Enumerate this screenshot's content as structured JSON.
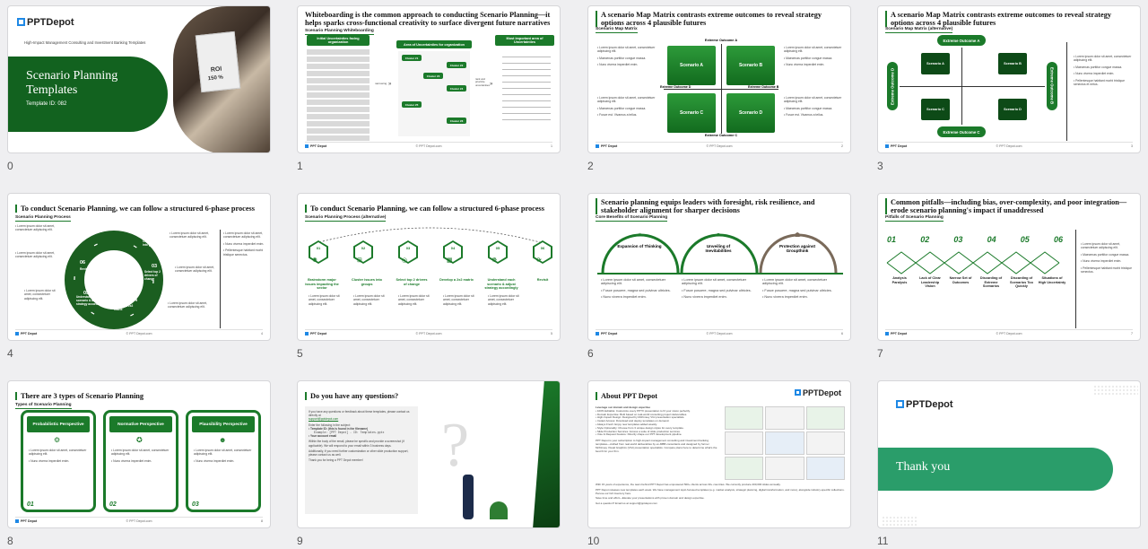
{
  "brand": "PPT Depot",
  "footer_mid": "© PPT Depot.com",
  "slides": [
    {
      "index": "0",
      "brand": "PPTDepot",
      "tagline": "High-Impact Management Consulting and Investment Banking Templates",
      "title": "Scenario Planning Templates",
      "template_id": "Template ID: 082",
      "photo_text1": "ROI",
      "photo_text2": "150 %"
    },
    {
      "index": "1",
      "title": "Whiteboarding is the common approach to conducting Scenario Planning—it helps sparks cross-functional creativity to surface divergent future narratives",
      "subtitle": "Scenario Planning Whiteboarding",
      "col1": "Initial Uncertainties facing organization",
      "col2": "Area of Uncertainties for organization",
      "col3": "Most important area of Uncertainties",
      "arrow1": "narrowing",
      "arrow2": "rank and prioritize uncertainties",
      "clusters": [
        "Cluster #1",
        "Cluster #2",
        "Cluster #3",
        "Cluster #4",
        "Cluster #5",
        "Cluster #6"
      ],
      "page": "1"
    },
    {
      "index": "2",
      "title": "A scenario Map Matrix contrasts extreme outcomes to reveal strategy options across 4 plausible futures",
      "subtitle": "Scenario Map Matrix",
      "outA": "Extreme Outcome A",
      "outB": "Extreme Outcome B",
      "outC": "Extreme Outcome C",
      "outD": "Extreme Outcome D",
      "sA": "Scenario A",
      "sB": "Scenario B",
      "sC": "Scenario C",
      "sD": "Scenario D",
      "page": "2"
    },
    {
      "index": "3",
      "title": "A scenario Map Matrix contrasts extreme outcomes to reveal strategy options across 4 plausible futures",
      "subtitle": "Scenario Map Matrix (alternative)",
      "outA": "Extreme Outcome A",
      "outB": "Extreme Outcome B",
      "outC": "Extreme Outcome C",
      "outD": "Extreme Outcome D",
      "sA": "Scenario A",
      "sB": "Scenario B",
      "sC": "Scenario C",
      "sD": "Scenario D",
      "page": "3"
    },
    {
      "index": "4",
      "title": "To conduct Scenario Planning, we can follow a structured 6-phase process",
      "subtitle": "Scenario Planning Process",
      "phases": [
        "Brainstorm major issues impacting the sector",
        "Cluster issues into groups",
        "Select top 2 drivers of change",
        "Develop a 2x2 matrix",
        "Understand each scenario & adjust strategy accordingly",
        "Revisit"
      ],
      "nums": [
        "01",
        "02",
        "03",
        "04",
        "05",
        "06"
      ],
      "page": "4"
    },
    {
      "index": "5",
      "title": "To conduct Scenario Planning, we can follow a structured 6-phase process",
      "subtitle": "Scenario Planning Process (alternative)",
      "nums": [
        "01",
        "02",
        "03",
        "04",
        "05",
        "06"
      ],
      "phases": [
        "Brainstorm major issues impacting the sector",
        "Cluster issues into groups",
        "Select top 2 drivers of change",
        "Develop a 2x2 matrix",
        "Understand each scenario & adjust strategy accordingly",
        "Revisit"
      ],
      "page": "5"
    },
    {
      "index": "6",
      "title": "Scenario planning equips leaders with foresight, risk resilience, and stakeholder alignment for sharper decisions",
      "subtitle": "Core Benefits of Scenario Planning",
      "benefits": [
        "Expansion of Thinking",
        "Unveiling of Inevitabilities",
        "Protection against Groupthink"
      ],
      "page": "6"
    },
    {
      "index": "7",
      "title": "Common pitfalls—including bias, over-complexity, and poor integration—erode scenario planning's impact if unaddressed",
      "subtitle": "Pitfalls of Scenario Planning",
      "nums": [
        "01",
        "02",
        "03",
        "04",
        "05",
        "06"
      ],
      "pitfalls": [
        "Analysis Paralysis",
        "Lack of Clear Leadership Vision",
        "Narrow Set of Outcomes",
        "Discarding of Extreme Scenarios",
        "Discarding of Scenarios Too Quickly",
        "Situations of High Uncertainty"
      ],
      "page": "7"
    },
    {
      "index": "8",
      "title": "There are 3 types of Scenario Planning",
      "subtitle": "Types of Scenario Planning",
      "types": [
        "Probabilistic Perspective",
        "Normative Perspective",
        "Plausibility Perspective"
      ],
      "nums": [
        "01",
        "02",
        "03"
      ],
      "page": "8"
    },
    {
      "index": "9",
      "title": "Do you have any questions?",
      "intro": "If you have any questions or feedback about these templates, please contact us directly at",
      "email": "support@pptdepot.com",
      "follow": "Enter the following in the subject:",
      "item1": "Template ID: (this is found in the filename)",
      "example": "Example: [PPT Depot] - ID: Templates.pptx",
      "item2": "Your account email",
      "body1": "Within the body of the email, please be specific and provide a screenshot (if applicable). We will respond to your email within 3 business days.",
      "body2": "Additionally, if you need further customization or other slide production support, please contact us as well.",
      "thanks": "Thank you for being a PPT Depot member!"
    },
    {
      "index": "10",
      "title": "About PPT Depot",
      "brand": "PPTDepot",
      "lead": "Leverage our domain and design expertise",
      "items": [
        "100% Editable: Customize every PPTX presentation to fit your vision perfectly.",
        "Domain Expertise: Built based on real-world consulting project deliverables.",
        "High-Impact Design: Designed by McKinsey VGI presentation specialists.",
        "Instant Access: Download and deploy templates on demand.",
        "Always Fresh: Enjoy new templates added weekly.",
        "Style Optionality: Choose from 3 unique design styles for every template.",
        "Slide Production Services: Access a suite of slide production services.",
        "Vote & Request Feature: Directly shape our PPT development pipeline."
      ],
      "para1": "PPT Depot is your subscription to high-impact management consulting and investment banking templates—crafted from real-world deliverables by ex-MBB consultants and designed by former McKinsey Visual Graphics (VGI) presentation specialists. Compare plans here to determine what's the best fit for your firm.",
      "para2": "With 15 years of experience, the team behind PPT Depot has empowered 500+ clients across 30+ countries. We currently produce 200,000 slides annually.",
      "para3": "PPT Depot releases new templates each week. We have management topic-focused templates (e.g. market analysis, strategic planning, digital transformation, and more), alongside industry-specific collections. Peruse our full inventory here.",
      "para4": "Save time and effort—Elevate your presentations with proven domain and design expertise.",
      "para5": "Got a question? Email us at support@pptdepot.com"
    },
    {
      "index": "11",
      "brand": "PPTDepot",
      "thanks": "Thank you"
    }
  ]
}
